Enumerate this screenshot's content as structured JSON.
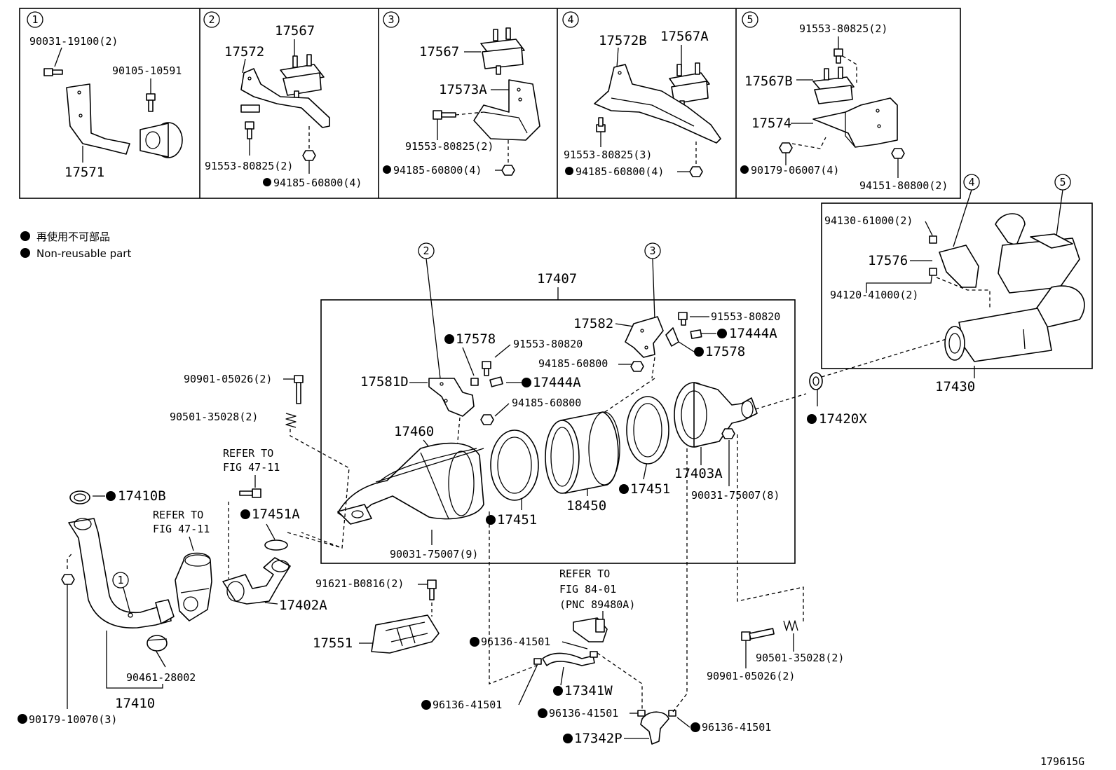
{
  "legend": {
    "japanese": "再使用不可部品",
    "english": "Non-reusable part"
  },
  "figure_id": "179615G",
  "insets": [
    {
      "num": "1",
      "labels": [
        "90031-19100(2)",
        "90105-10591",
        "17571"
      ]
    },
    {
      "num": "2",
      "labels": [
        "17567",
        "17572",
        "91553-80825(2)",
        "94185-60800(4)"
      ]
    },
    {
      "num": "3",
      "labels": [
        "17567",
        "17573A",
        "91553-80825(2)",
        "94185-60800(4)"
      ]
    },
    {
      "num": "4",
      "labels": [
        "17572B",
        "17567A",
        "91553-80825(3)",
        "94185-60800(4)"
      ]
    },
    {
      "num": "5",
      "labels": [
        "91553-80825(2)",
        "17567B",
        "17574",
        "90179-06007(4)",
        "94151-80800(2)"
      ]
    }
  ],
  "main": {
    "assembly_17407": "17407",
    "converter_labels": [
      "17582",
      "91553-80820",
      "17444A",
      "17578",
      "17578",
      "91553-80820",
      "94185-60800",
      "17581D",
      "17444A",
      "94185-60800",
      "17460",
      "18450",
      "17451",
      "17403A",
      "17451",
      "90031-75007(8)",
      "90031-75007(9)"
    ],
    "left_labels": [
      "90901-05026(2)",
      "90501-35028(2)",
      "REFER TO",
      "FIG 47-11",
      "17410B",
      "REFER TO",
      "FIG 47-11",
      "17451A",
      "17402A",
      "17410",
      "90461-28002",
      "90179-10070(3)"
    ],
    "lower_labels": [
      "91621-B0816(2)",
      "17551",
      "REFER TO",
      "FIG 84-01",
      "(PNC 89480A)",
      "96136-41501",
      "17341W",
      "96136-41501",
      "96136-41501",
      "96136-41501",
      "17342P"
    ],
    "right_labels": [
      "17420X",
      "90501-35028(2)",
      "90901-05026(2)"
    ],
    "muffler": {
      "labels": [
        "94130-61000(2)",
        "17576",
        "94120-41000(2)",
        "17430"
      ],
      "callouts": [
        "4",
        "5"
      ]
    },
    "callouts": [
      "2",
      "3",
      "1"
    ]
  }
}
